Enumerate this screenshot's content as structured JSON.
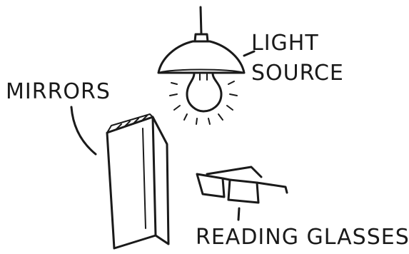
{
  "labels": {
    "mirrors": "MIRRORS",
    "light_source_line1": "LIGHT",
    "light_source_line2": "SOURCE",
    "reading_glasses": "READING GLASSES"
  },
  "icons": [
    "lamp-icon",
    "light-bulb-icon",
    "folding-mirror-icon",
    "glasses-icon"
  ],
  "colors": {
    "ink": "#1a1a1a",
    "background": "#ffffff"
  }
}
